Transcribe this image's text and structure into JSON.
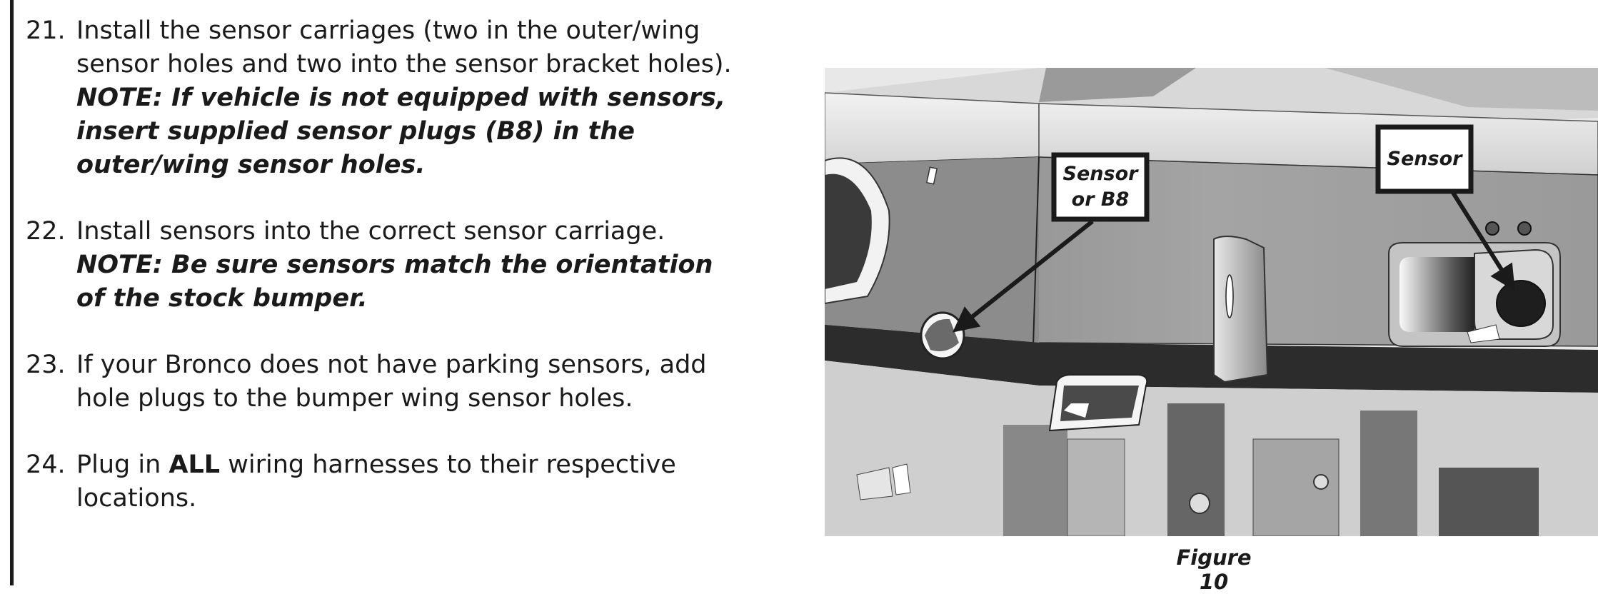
{
  "steps": [
    {
      "number": "21.",
      "text": "Install the sensor carriages (two in the outer/wing sensor holes and two into the sensor bracket holes).",
      "note": "NOTE: If vehicle is not equipped with sensors, insert supplied sensor plugs (B8) in the outer/wing sensor holes."
    },
    {
      "number": "22.",
      "text": "Install sensors into the correct sensor carriage.",
      "note": "NOTE: Be sure sensors match the orientation of the stock bumper."
    },
    {
      "number": "23.",
      "text": "If your Bronco does not have parking sensors, add hole plugs to the bumper wing sensor holes."
    },
    {
      "number": "24.",
      "text_before": "Plug in",
      "text_bold": "ALL",
      "text_after": "wiring harnesses to their respective locations."
    }
  ],
  "figure": {
    "callouts": {
      "left_line1": "Sensor",
      "left_line2": "or B8",
      "right": "Sensor"
    },
    "caption": "Figure 10"
  }
}
